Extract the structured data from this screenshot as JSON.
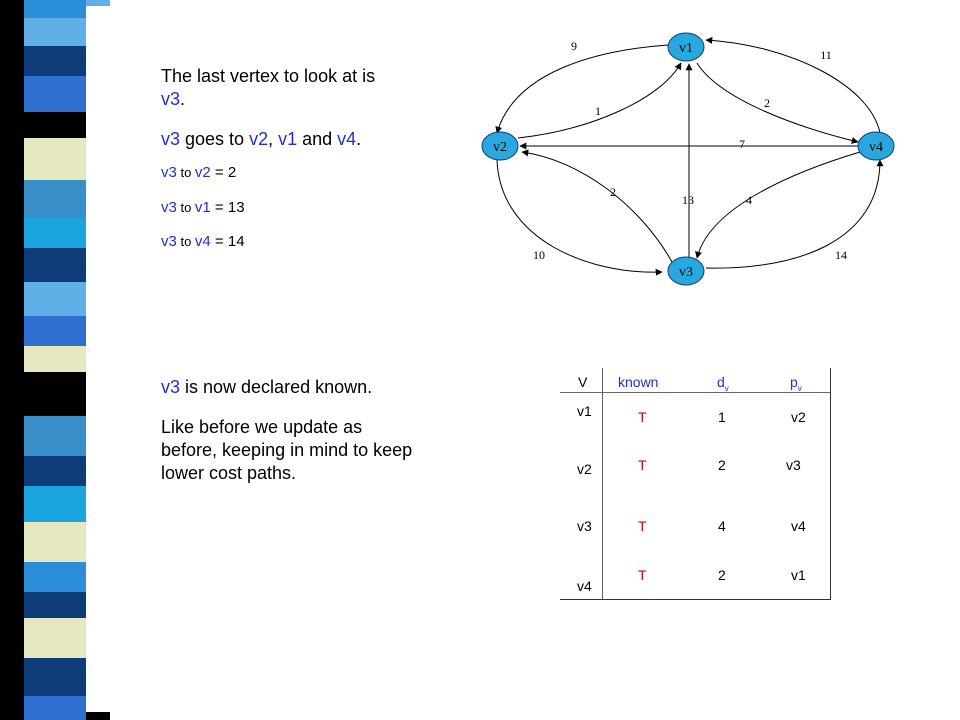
{
  "colors": {
    "accent": "#1f2fd0",
    "highlight": "#cc0000",
    "node_fill": "#29a8e0"
  },
  "text": {
    "intro_1": "The last vertex to look at is",
    "intro_v3": "v3",
    "intro_dot": ".",
    "goes_v3": "v3",
    "goes_mid": " goes to ",
    "goes_v2": "v2",
    "goes_comma": ", ",
    "goes_v1": "v1",
    "goes_and": " and ",
    "goes_v4": "v4",
    "goes_end": ".",
    "lines": [
      {
        "from": "v3",
        "to_word": " to ",
        "dest": "v2",
        "eq": " = 2"
      },
      {
        "from": "v3",
        "to_word": " to ",
        "dest": "v1",
        "eq": " = 13"
      },
      {
        "from": "v3",
        "to_word": " to ",
        "dest": "v4",
        "eq": " = 14"
      }
    ],
    "known_v3": "v3",
    "known_rest": " is now declared known.",
    "update": "Like before we update as before, keeping in mind to keep lower cost paths."
  },
  "graph": {
    "nodes": [
      {
        "id": "v1",
        "label": "v1"
      },
      {
        "id": "v2",
        "label": "v2"
      },
      {
        "id": "v3",
        "label": "v3"
      },
      {
        "id": "v4",
        "label": "v4"
      }
    ],
    "edge_weights": {
      "v1_v2_outer": "9",
      "v4_v1_outer": "11",
      "v2_v1_inner": "1",
      "v1_v4_inner": "2",
      "v4_v2_straight": "7",
      "v3_v2_inner": "2",
      "v3_v1_straight": "13",
      "v4_v3_inner": "4",
      "v2_v3_outer": "10",
      "v3_v4_outer": "14"
    }
  },
  "table": {
    "headers": {
      "v": "V",
      "known": "known",
      "dv_base": "d",
      "dv_sub": "v",
      "pv_base": "p",
      "pv_sub": "v"
    },
    "rows": [
      {
        "v": "v1",
        "known": "T",
        "dv": "1",
        "pv": "v2"
      },
      {
        "v": "v2",
        "known": "T",
        "dv": "2",
        "pv": "v3"
      },
      {
        "v": "v3",
        "known": "T",
        "dv": "4",
        "pv": "v4"
      },
      {
        "v": "v4",
        "known": "T",
        "dv": "2",
        "pv": "v1"
      }
    ]
  }
}
